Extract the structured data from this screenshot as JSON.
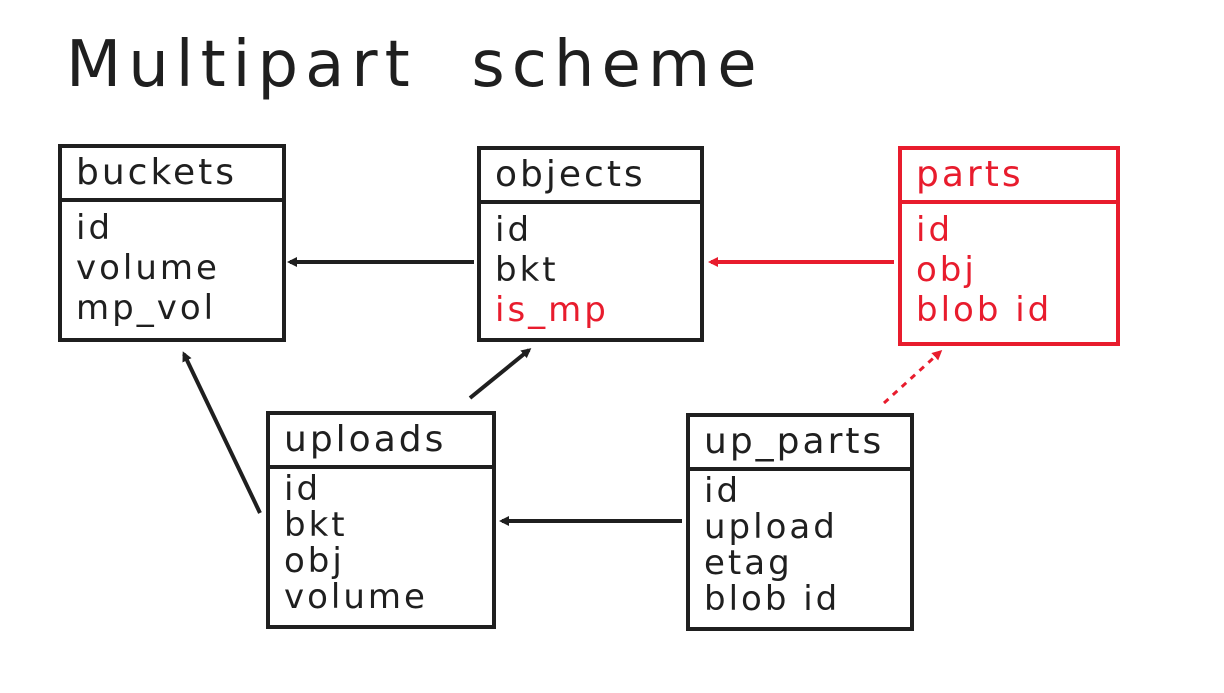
{
  "title": "Multipart  scheme",
  "colors": {
    "ink": "#1f1f1f",
    "highlight": "#e81c2d"
  },
  "tables": {
    "buckets": {
      "name": "buckets",
      "fields": [
        "id",
        "volume",
        "mp_vol"
      ]
    },
    "objects": {
      "name": "objects",
      "fields": [
        "id",
        "bkt",
        "is_mp"
      ],
      "highlighted_fields": [
        "is_mp"
      ]
    },
    "parts": {
      "name": "parts",
      "fields": [
        "id",
        "obj",
        "blob id"
      ],
      "highlighted": true
    },
    "uploads": {
      "name": "uploads",
      "fields": [
        "id",
        "bkt",
        "obj",
        "volume"
      ]
    },
    "up_parts": {
      "name": "up_parts",
      "fields": [
        "id",
        "upload",
        "etag",
        "blob id"
      ]
    }
  },
  "relations": [
    {
      "from": "objects",
      "to": "buckets",
      "style": "solid",
      "color": "#1f1f1f"
    },
    {
      "from": "parts",
      "to": "objects",
      "style": "solid",
      "color": "#e81c2d"
    },
    {
      "from": "uploads",
      "to": "buckets",
      "style": "solid",
      "color": "#1f1f1f"
    },
    {
      "from": "uploads",
      "to": "objects",
      "style": "solid",
      "color": "#1f1f1f"
    },
    {
      "from": "up_parts",
      "to": "uploads",
      "style": "solid",
      "color": "#1f1f1f"
    },
    {
      "from": "up_parts",
      "to": "parts",
      "style": "dashed",
      "color": "#e81c2d"
    }
  ]
}
